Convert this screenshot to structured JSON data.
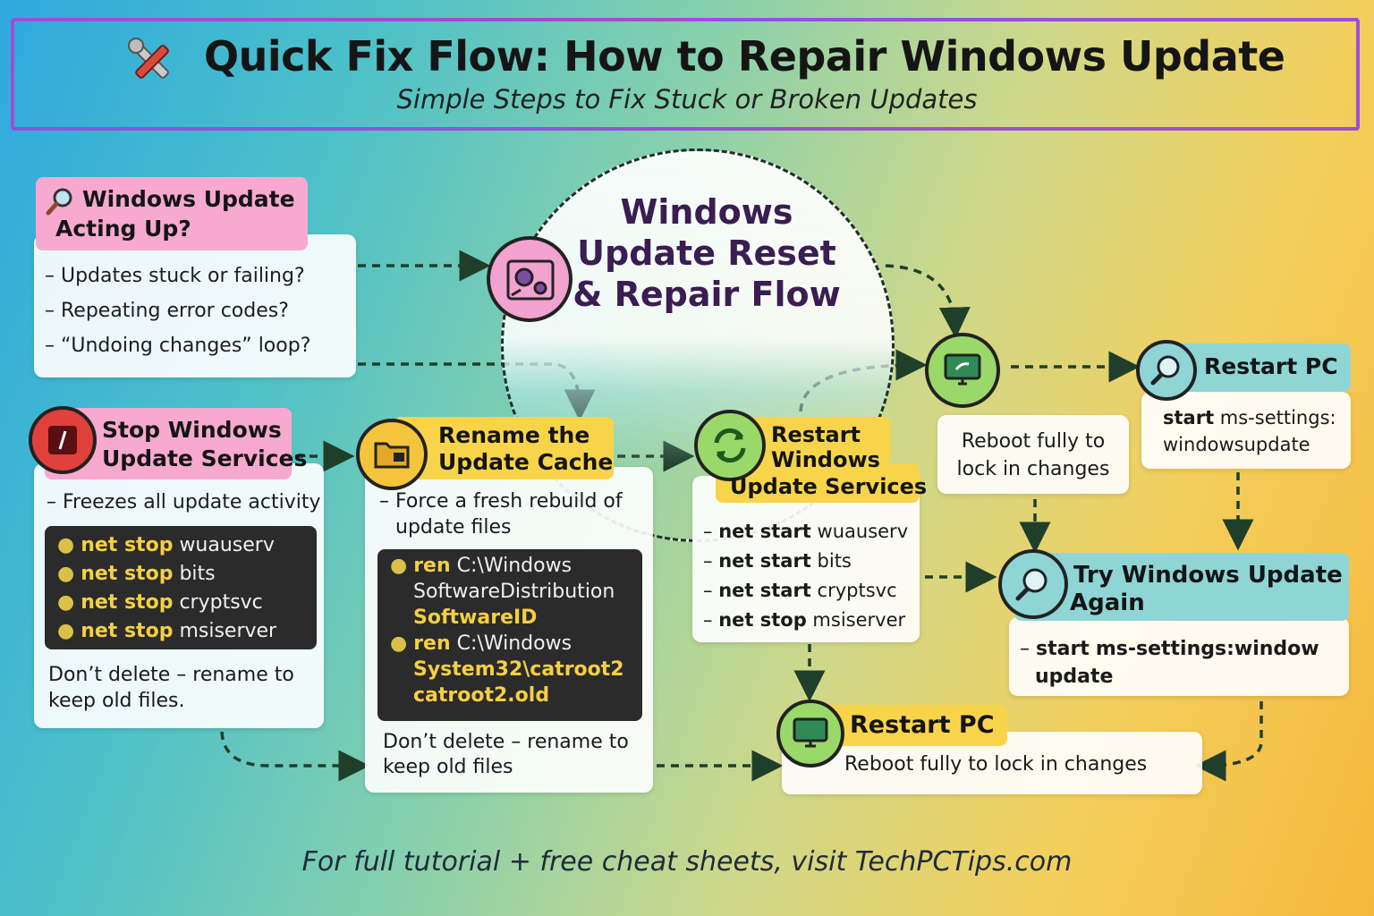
{
  "header": {
    "icon": "wrench-screwdriver-icon",
    "title": "Quick Fix Flow: How to Repair Windows Update",
    "subtitle": "Simple Steps to Fix Stuck or Broken Updates"
  },
  "center": {
    "title_lines": [
      "Windows",
      "Update Reset",
      "& Repair Flow"
    ],
    "icon": "gears-window-icon"
  },
  "problem": {
    "icon": "magnifier-icon",
    "title_lines": [
      "Windows Update",
      "Acting Up?"
    ],
    "items": [
      "– Updates stuck or failing?",
      "– Repeating error codes?",
      "– “Undoing changes” loop?"
    ]
  },
  "stop_services": {
    "icon": "stop-icon",
    "title_lines": [
      "Stop Windows",
      "Update Services"
    ],
    "desc": "– Freezes all update activity",
    "commands": [
      {
        "keyword": "net stop",
        "arg": "wuauserv"
      },
      {
        "keyword": "net stop",
        "arg": "bits"
      },
      {
        "keyword": "net stop",
        "arg": "cryptsvc"
      },
      {
        "keyword": "net stop",
        "arg": "msiserver"
      }
    ],
    "note_lines": [
      "Don’t delete – rename to",
      "keep old files."
    ]
  },
  "rename_cache": {
    "icon": "folder-icon",
    "title_lines": [
      "Rename the",
      "Update Cache"
    ],
    "desc_lines": [
      "– Force a fresh rebuild of",
      "update files"
    ],
    "commands": [
      {
        "keyword": "ren",
        "lines": [
          "C:\\Windows",
          "SoftwareDistribution",
          "SoftwareID"
        ]
      },
      {
        "keyword": "ren",
        "lines": [
          "C:\\Windows",
          "System32\\catroot2",
          "catroot2.old"
        ]
      }
    ],
    "note_lines": [
      "Don’t delete – rename to",
      "keep old files"
    ]
  },
  "restart_services": {
    "icon": "refresh-icon",
    "title_lines": [
      "Restart",
      "Windows",
      "Update Services"
    ],
    "commands": [
      {
        "keyword": "net start",
        "arg": "wuauserv"
      },
      {
        "keyword": "net start",
        "arg": "bits"
      },
      {
        "keyword": "net start",
        "arg": "cryptsvc"
      },
      {
        "keyword": "net stop",
        "arg": "msiserver"
      }
    ]
  },
  "reboot_small": {
    "icon": "monitor-refresh-icon",
    "text_lines": [
      "Reboot fully to",
      "lock in changes"
    ]
  },
  "restart_pc_top": {
    "icon": "search-icon",
    "title": "Restart PC",
    "cmd_keyword": "start",
    "cmd_lines": [
      "ms-settings:",
      "windowsupdate"
    ]
  },
  "try_again": {
    "icon": "search-icon",
    "title_lines": [
      "Try Windows Update",
      "Again"
    ],
    "cmd_keyword": "start",
    "cmd_lines": [
      "ms-settings:window",
      "update"
    ]
  },
  "restart_pc_bottom": {
    "icon": "monitor-icon",
    "title": "Restart PC",
    "text": "Reboot fully to lock in changes"
  },
  "footer": {
    "text": "For full tutorial + free cheat sheets, visit TechPCTips.com"
  },
  "colors": {
    "frame": "#9b4fd8",
    "pink": "#f7a9cf",
    "yellow": "#f8d44b",
    "teal": "#8fd5d6",
    "green_icon": "#9bd86a",
    "terminal": "#2b2b2b"
  }
}
